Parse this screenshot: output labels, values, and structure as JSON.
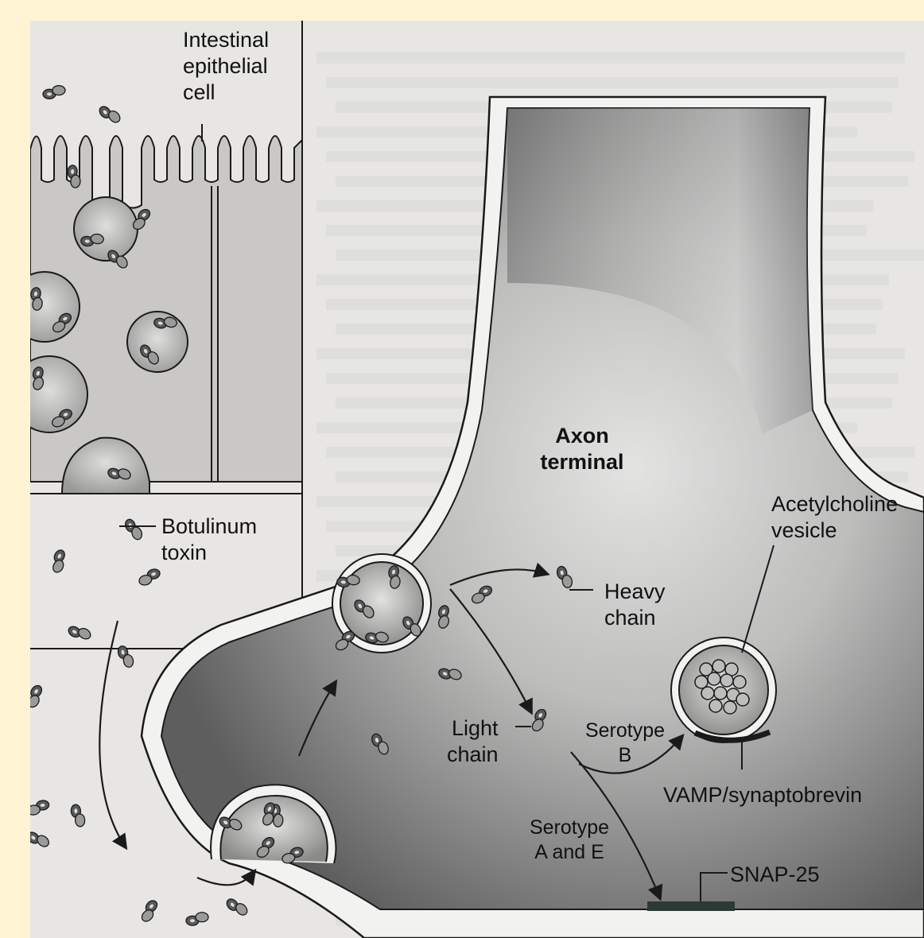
{
  "colors": {
    "border": "#fff3d3",
    "paper": "#e7e6e4",
    "cell_fill": "#c9c8c5",
    "axon_dark": "#6a6a6a",
    "axon_light": "#dcdcdb",
    "membrane": "#f2f2f1",
    "line": "#1a1a1a",
    "target_bar": "#2b3a34"
  },
  "labels": {
    "intestinal_cell": [
      "Intestinal",
      "epithelial",
      "cell"
    ],
    "botulinum_toxin": [
      "Botulinum",
      "toxin"
    ],
    "axon_terminal": [
      "Axon",
      "terminal"
    ],
    "acetylcholine_vesicle": [
      "Acetylcholine",
      "vesicle"
    ],
    "heavy_chain": [
      "Heavy",
      "chain"
    ],
    "light_chain": [
      "Light",
      "chain"
    ],
    "serotype_b": [
      "Serotype",
      "B"
    ],
    "serotype_ae": [
      "Serotype",
      "A and E"
    ],
    "vamp": "VAMP/synaptobrevin",
    "snap25": "SNAP-25"
  },
  "icons": [
    "toxin-molecule-icon",
    "arrow-icon",
    "vesicle-icon",
    "microvilli-icon"
  ]
}
